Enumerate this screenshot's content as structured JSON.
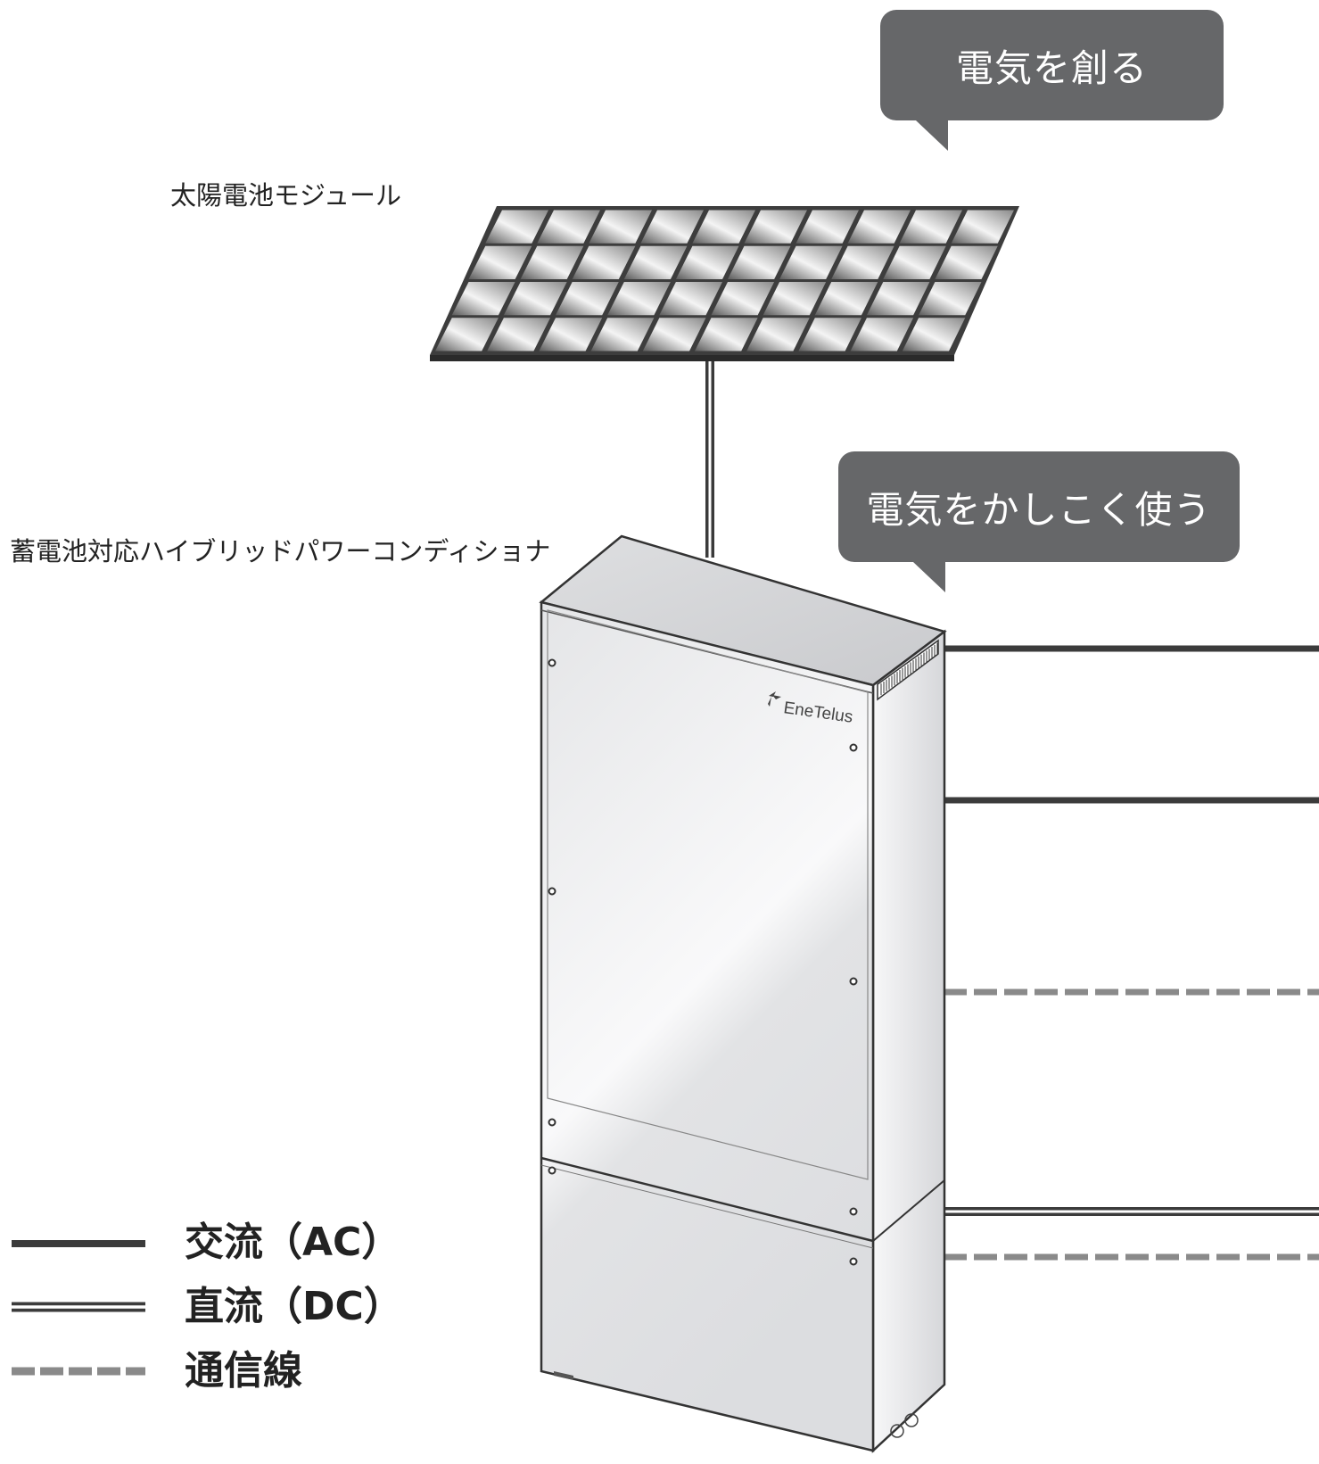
{
  "callouts": {
    "create": "電気を創る",
    "use": "電気をかしこく使う"
  },
  "labels": {
    "solar_module": "太陽電池モジュール",
    "hybrid_pcs": "蓄電池対応ハイブリッドパワーコンディショナ",
    "brand": "EneTelus"
  },
  "legend": {
    "ac": "交流（AC）",
    "dc": "直流（DC）",
    "comm": "通信線"
  },
  "colors": {
    "line_dark": "#3b3b3b",
    "comm_gray": "#8a8a8a",
    "bubble": "#666769"
  }
}
